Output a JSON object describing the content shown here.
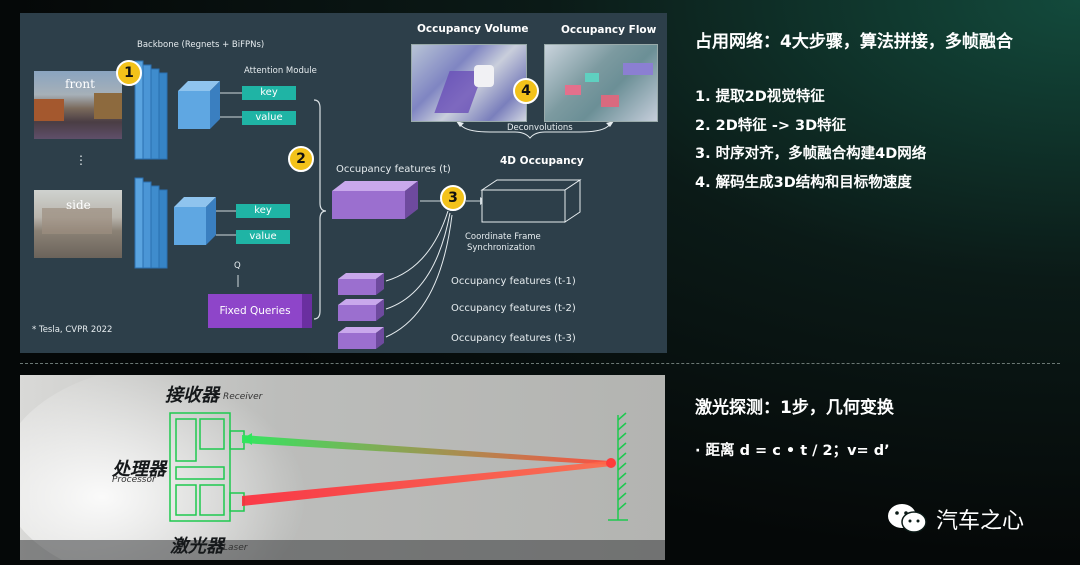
{
  "top_panel": {
    "backbone_label": "Backbone (Regnets + BiFPNs)",
    "attention_label": "Attention Module",
    "cam_front_label": "front",
    "cam_side_label": "side",
    "dots": "⋮",
    "key_label": "key",
    "value_label": "value",
    "q_label": "Q",
    "fixed_queries_label": "Fixed Queries",
    "credit": "* Tesla, CVPR 2022",
    "occ_features_t": "Occupancy features (t)",
    "occ_4d": "4D Occupancy",
    "coord_sync_line1": "Coordinate Frame",
    "coord_sync_line2": "Synchronization",
    "occ_features_t1": "Occupancy features (t-1)",
    "occ_features_t2": "Occupancy features (t-2)",
    "occ_features_t3": "Occupancy features (t-3)",
    "occ_volume": "Occupancy Volume",
    "occ_flow": "Occupancy Flow",
    "deconv": "Deconvolutions",
    "badges": [
      "1",
      "2",
      "3",
      "4"
    ]
  },
  "right_top": {
    "heading": "占用网络：4大步骤，算法拼接，多帧融合",
    "items": [
      "1.   提取2D视觉特征",
      "2.   2D特征 -> 3D特征",
      "3.   时序对齐，多帧融合构建4D网络",
      "4.   解码生成3D结构和目标物速度"
    ]
  },
  "bottom_panel": {
    "receiver_cn": "接收器",
    "receiver_en": "Receiver",
    "processor_cn": "处理器",
    "processor_en": "Processor",
    "laser_cn": "激光器",
    "laser_en": "Laser"
  },
  "right_bottom": {
    "heading": "激光探测：1步，几何变换",
    "bullet": "·   距离 d = c • t / 2；v= d’"
  },
  "watermark": "汽车之心",
  "colors": {
    "teal": "#1fb4a5",
    "purple": "#9b6fcf",
    "badge": "#f3c21a",
    "laser_green": "#3ee86a",
    "laser_red": "#ff3b3b"
  }
}
